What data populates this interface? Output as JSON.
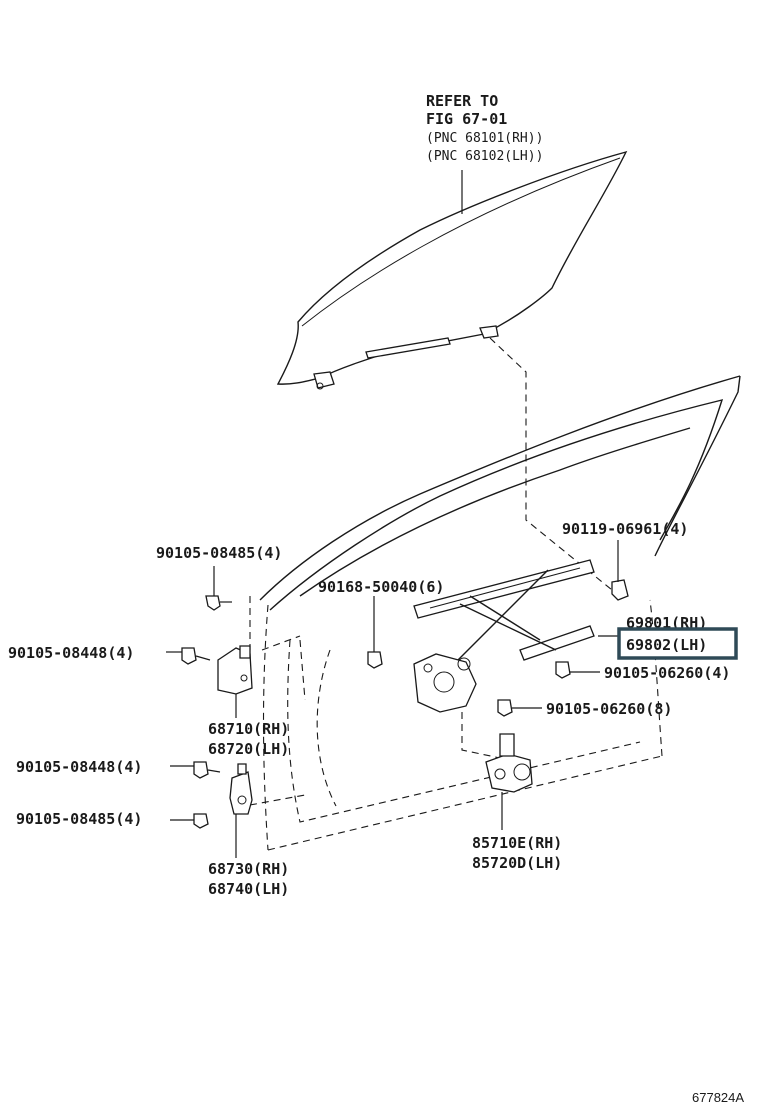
{
  "labels": {
    "refer_line1": "REFER TO",
    "refer_line2": "FIG 67-01",
    "refer_line3": "(PNC 68101(RH))",
    "refer_line4": "(PNC 68102(LH))",
    "bolt_top_right": "90119-06961(4)",
    "bolt_hinge_top": "90105-08485(4)",
    "screw_channel": "90168-50040(6)",
    "regulator_rh": "69801(RH)",
    "regulator_lh": "69802(LH)",
    "bolt_hinge_upper_side": "90105-08448(4)",
    "bolt_regulator_right": "90105-06260(4)",
    "bolt_regulator_lower": "90105-06260(8)",
    "upper_hinge_rh": "68710(RH)",
    "upper_hinge_lh": "68720(LH)",
    "bolt_hinge_lower_side": "90105-08448(4)",
    "bolt_hinge_bottom": "90105-08485(4)",
    "lower_hinge_rh": "68730(RH)",
    "lower_hinge_lh": "68740(LH)",
    "motor_rh": "85710E(RH)",
    "motor_lh": "85720D(LH)",
    "figure_id": "677824A"
  },
  "highlight": {
    "color": "#2f4a57",
    "part": "69802(LH)"
  }
}
